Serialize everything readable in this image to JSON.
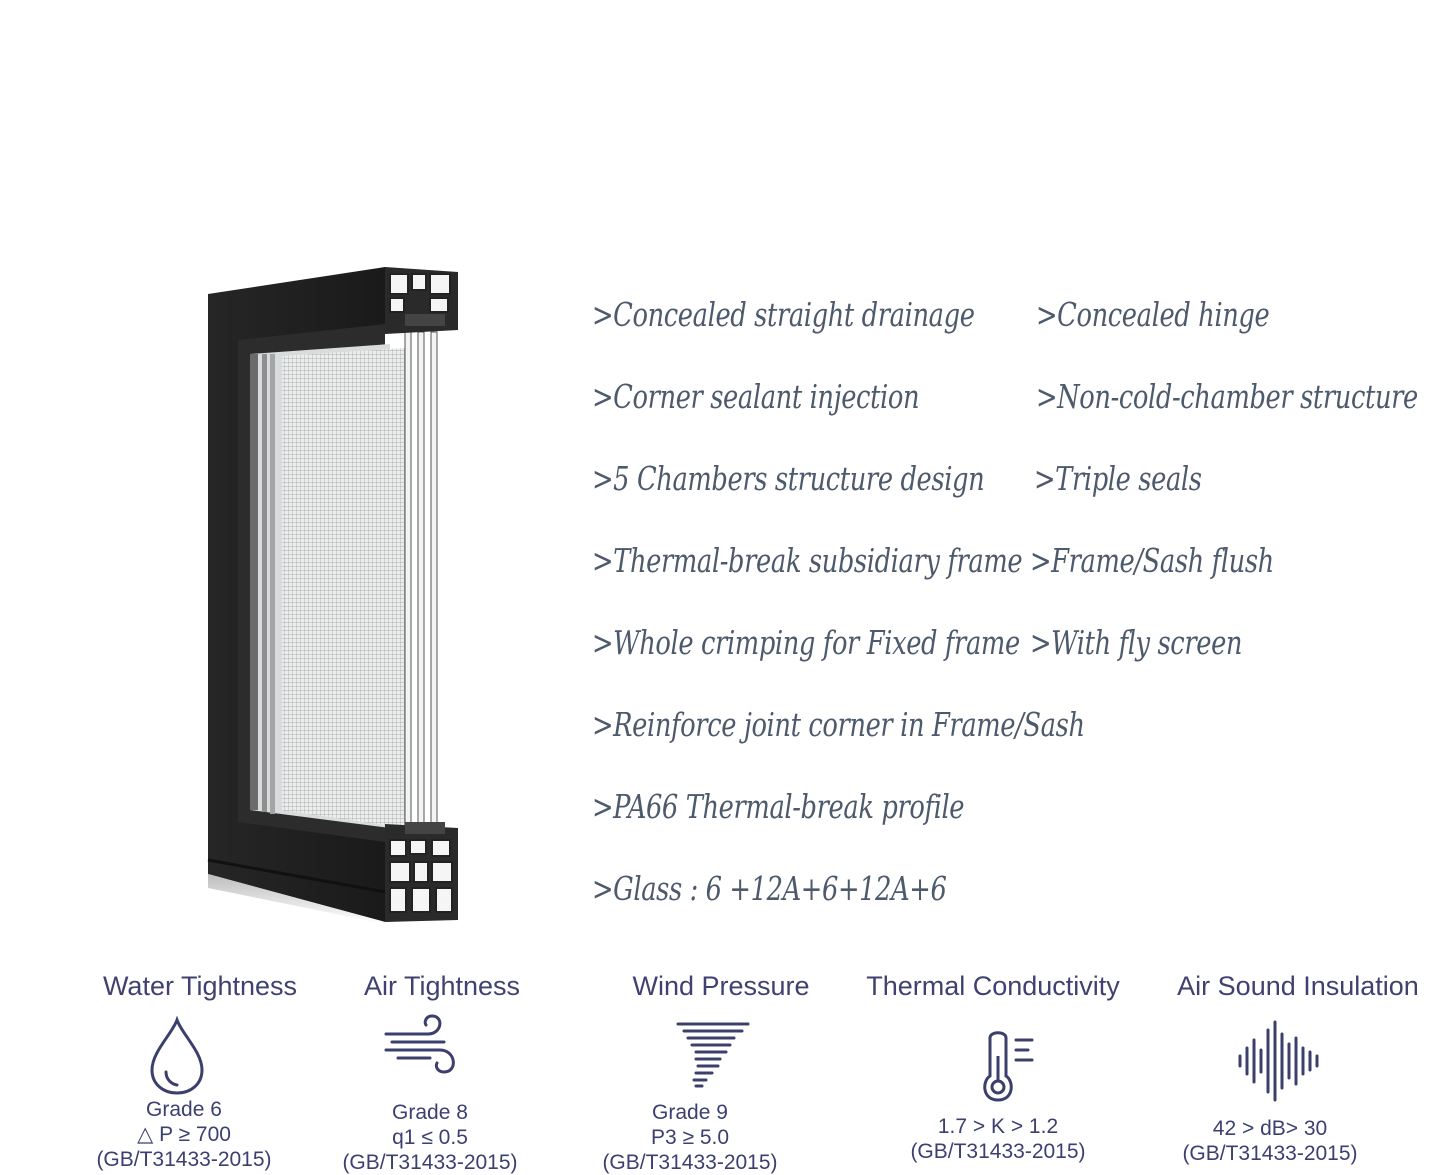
{
  "features": {
    "left": [
      ">Concealed straight drainage",
      ">Corner sealant injection",
      ">5 Chambers structure design",
      ">Thermal-break subsidiary frame",
      ">Whole crimping for Fixed frame",
      ">Reinforce joint corner in Frame/Sash",
      ">PA66 Thermal-break profile",
      ">Glass : 6 +12A+6+12A+6"
    ],
    "right": [
      ">Concealed hinge",
      ">Non-cold-chamber structure",
      ">Triple seals",
      ">Frame/Sash flush",
      ">With fly screen"
    ]
  },
  "performance": [
    {
      "title": "Water Tightness",
      "icon": "water-drop-icon",
      "lines": [
        "Grade 6",
        "△ P ≥ 700",
        "(GB/T31433-2015)"
      ]
    },
    {
      "title": "Air Tightness",
      "icon": "wind-icon",
      "lines": [
        "Grade 8",
        "q1 ≤ 0.5",
        "(GB/T31433-2015)"
      ]
    },
    {
      "title": "Wind Pressure",
      "icon": "tornado-icon",
      "lines": [
        "Grade 9",
        "P3 ≥ 5.0",
        "(GB/T31433-2015)"
      ]
    },
    {
      "title": "Thermal Conductivity",
      "icon": "thermometer-icon",
      "lines": [
        "1.7 > K > 1.2",
        "(GB/T31433-2015)"
      ]
    },
    {
      "title": "Air Sound Insulation",
      "icon": "sound-wave-icon",
      "lines": [
        "42 > dB> 30",
        "(GB/T31433-2015)"
      ]
    }
  ],
  "colors": {
    "feature_text": "#4d5a6c",
    "perf_text": "#3b4070",
    "frame": "#1f1f1f"
  }
}
